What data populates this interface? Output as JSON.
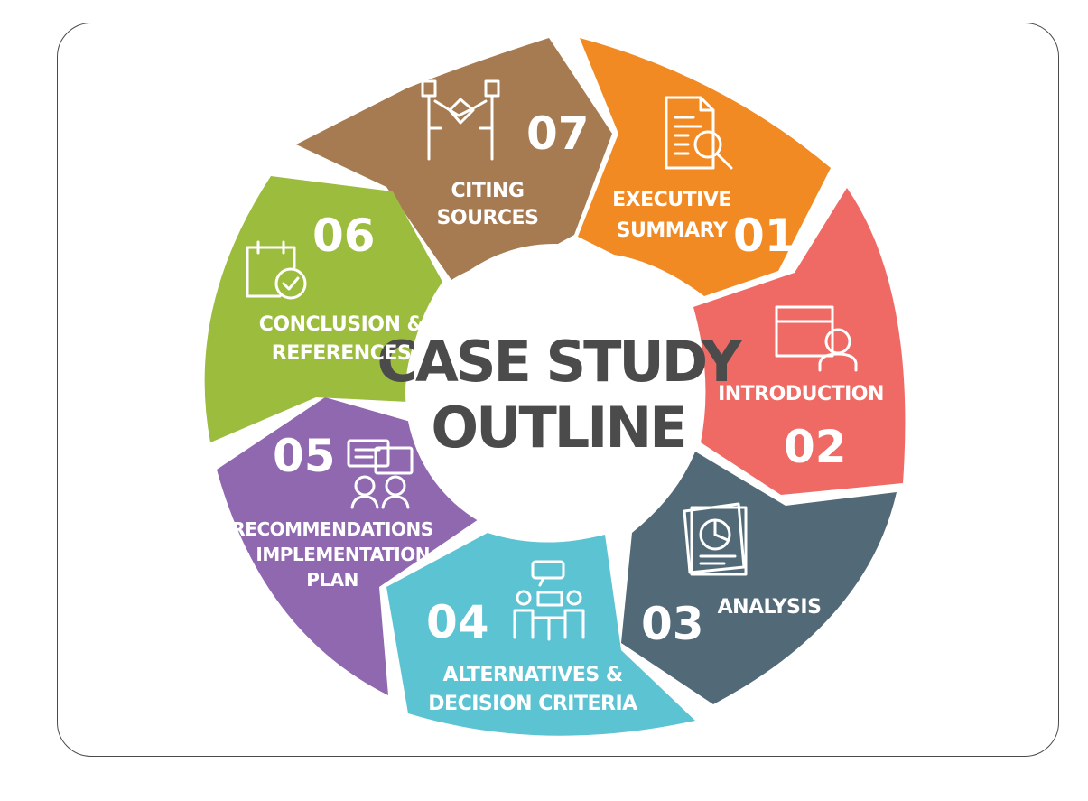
{
  "center": {
    "line1": "CASE STUDY",
    "line2": "OUTLINE"
  },
  "segments": [
    {
      "number": "01",
      "label_lines": [
        "EXECUTIVE",
        "SUMMARY"
      ],
      "color": "#f28a24",
      "icon": "document-search-icon"
    },
    {
      "number": "02",
      "label_lines": [
        "INTRODUCTION"
      ],
      "color": "#ef6a64",
      "icon": "presenter-icon"
    },
    {
      "number": "03",
      "label_lines": [
        "ANALYSIS"
      ],
      "color": "#526a78",
      "icon": "pie-chart-report-icon"
    },
    {
      "number": "04",
      "label_lines": [
        "ALTERNATIVES &",
        "DECISION CRITERIA"
      ],
      "color": "#5cc3d3",
      "icon": "meeting-discussion-icon"
    },
    {
      "number": "05",
      "label_lines": [
        "RECOMMENDATIONS",
        "& IMPLEMENTATION",
        "PLAN"
      ],
      "color": "#8f68b0",
      "icon": "people-chat-icon"
    },
    {
      "number": "06",
      "label_lines": [
        "CONCLUSION &",
        "REFERENCES"
      ],
      "color": "#9cbc3e",
      "icon": "calendar-check-icon"
    },
    {
      "number": "07",
      "label_lines": [
        "CITING",
        "SOURCES"
      ],
      "color": "#a67b52",
      "icon": "handshake-deal-icon"
    }
  ]
}
